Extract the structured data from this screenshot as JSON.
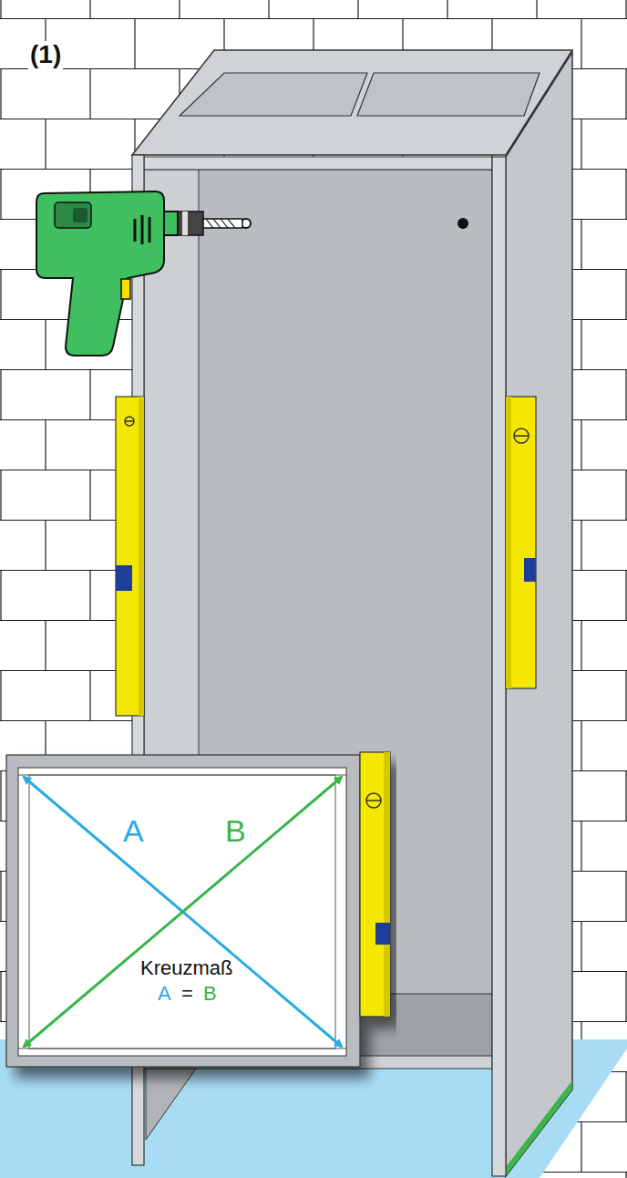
{
  "diagram": {
    "labels": [
      "(1)",
      "A",
      "B",
      "Kreuzmaß",
      "A",
      "=",
      "B"
    ]
  }
}
